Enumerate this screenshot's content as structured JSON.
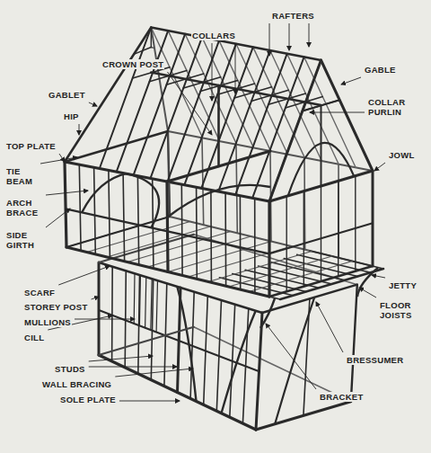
{
  "diagram": {
    "labels": [
      "COLLARS",
      "RAFTERS",
      "CROWN POST",
      "GABLE",
      "GABLET",
      "COLLAR PURLIN",
      "HIP",
      "TOP PLATE",
      "JOWL",
      "TIE BEAM",
      "ARCH BRACE",
      "SIDE GIRTH",
      "JETTY",
      "SCARF",
      "FLOOR JOISTS",
      "STOREY POST",
      "MULLIONS",
      "CILL",
      "STUDS",
      "BRESSUMER",
      "WALL BRACING",
      "SOLE PLATE",
      "BRACKET"
    ]
  }
}
